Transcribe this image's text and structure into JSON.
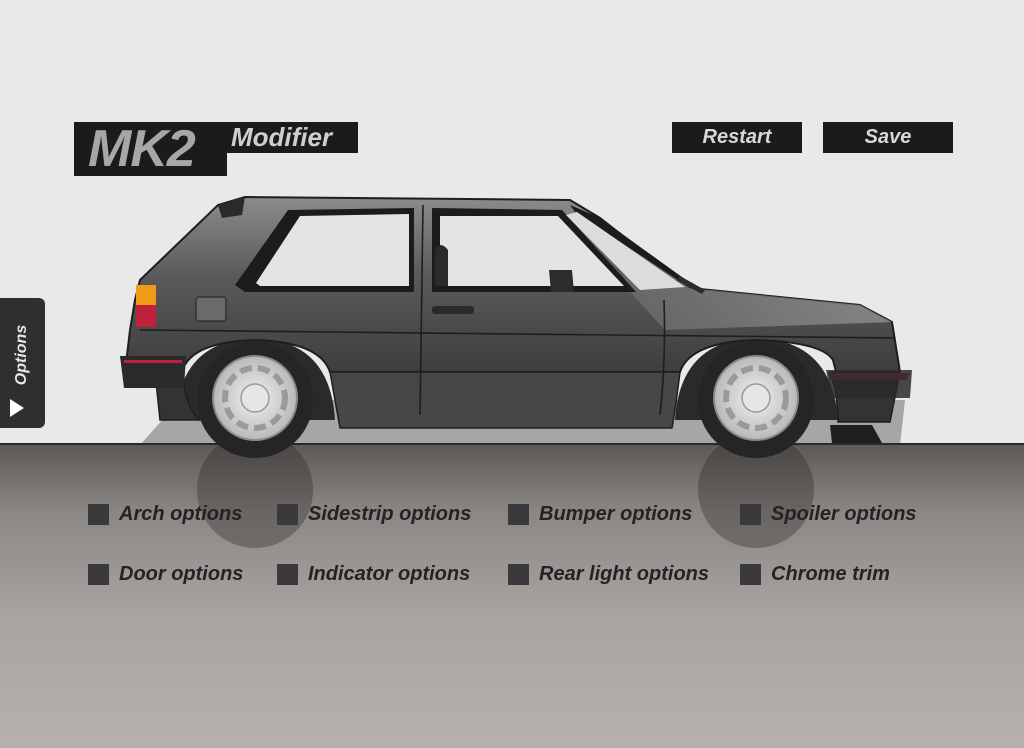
{
  "app": {
    "logo_main": "MK2",
    "logo_sub": "Modifier"
  },
  "header": {
    "restart_label": "Restart",
    "save_label": "Save"
  },
  "side_tab": {
    "label": "Options"
  },
  "options": [
    {
      "label": "Arch options"
    },
    {
      "label": "Sidestrip options"
    },
    {
      "label": "Bumper options"
    },
    {
      "label": "Spoiler options"
    },
    {
      "label": "Door options"
    },
    {
      "label": "Indicator options"
    },
    {
      "label": "Rear light options"
    },
    {
      "label": "Chrome trim"
    }
  ],
  "car": {
    "body_color": "#4a4a4b",
    "glass_color": "#e4e4e6",
    "indicator_color": "#f09a1a",
    "taillight_color": "#c0213a"
  }
}
